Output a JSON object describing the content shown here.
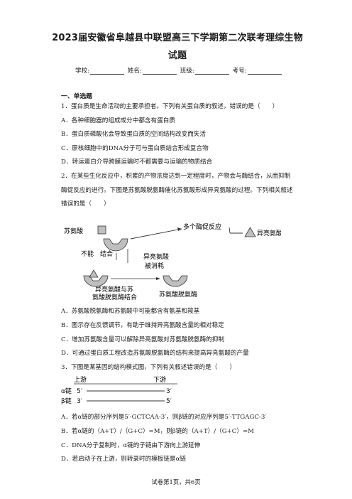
{
  "title": {
    "line1": "2023届安徽省阜越县中联盟高三下学期第二次联考理综生物",
    "line2": "试题"
  },
  "info": {
    "school": "学校:",
    "name": "姓名:",
    "class": "班级:",
    "number": "考号:"
  },
  "section": "一、单选题",
  "q1": {
    "stem": "1．蛋白质是生命活动的主要承担者。下列有关蛋白质的叙述，错误的是（　　）",
    "a": "A．各种细胞器的组成成分中都含有蛋白质",
    "b": "B．蛋白质磷酸化会导致蛋白质的空间结构改变而失活",
    "c": "C．原核细胞中的DNA分子可与蛋白质结合形成复合物",
    "d": "D．转运蛋白介导跨膜运输时不都需要与运输的物质结合"
  },
  "q2": {
    "stem1": "2．在某些生化反应中，积累的产物浓度达到一定程度时，产物会与酶结合，从而抑制",
    "stem2": "酶促反应的进行。下图是苏氨酸脱氨酶催化苏氨酸形成异亮氨酸的过程。下列相关叙述",
    "stem3": "错误的是（　　）",
    "figure": {
      "threonine": "苏氨酸",
      "reactions": "多个酶促反应",
      "isoleucine": "异亮氨酸",
      "cannot_bind": "不能",
      "bind": "结合",
      "consumed_1": "异亮氨酸",
      "consumed_2": "被消耗",
      "complex_1": "异亮氨酸与苏",
      "complex_2": "氨酸脱氨酶结合",
      "enzyme": "苏氨酸脱氨酶"
    },
    "a": "A．苏氨酸脱氨酶和苏氨酸中可能都含有氨基和羧基",
    "b": "B．图示存在反馈调节，有助于维持异亮氨酸含量的相对稳定",
    "c": "C．增加苏氨酸含量可以解除异亮氨酸对苏氨酸脱氨酶的抑制",
    "d": "D．可通过蛋白质工程改造苏氨酸脱氨酶的结构来提高异亮氨酸的产量"
  },
  "q3": {
    "stem": "3．下图是某基因的结构模式图，下列有关叙述错误的是（　　）",
    "figure": {
      "upstream": "上游",
      "downstream": "下游",
      "alpha": "α链",
      "beta": "β链",
      "a5": "5′",
      "a3": "3′",
      "b3": "3′",
      "b5": "5′"
    },
    "a": "A．若α链的部分序列是5′-GCTCAA-3′，则β链的对应序列是5′-TTGAGC-3′",
    "b": "B．若α链的（A+T）/（G+C）=M，则β链的（A+T）/（G+C）=M",
    "c": "C．DNA分子复制时，α链的子链由下游向上游延伸",
    "d": "D．若启动子在上游，则转录时的模板链是α链"
  },
  "footer": "试卷第1页，共6页"
}
